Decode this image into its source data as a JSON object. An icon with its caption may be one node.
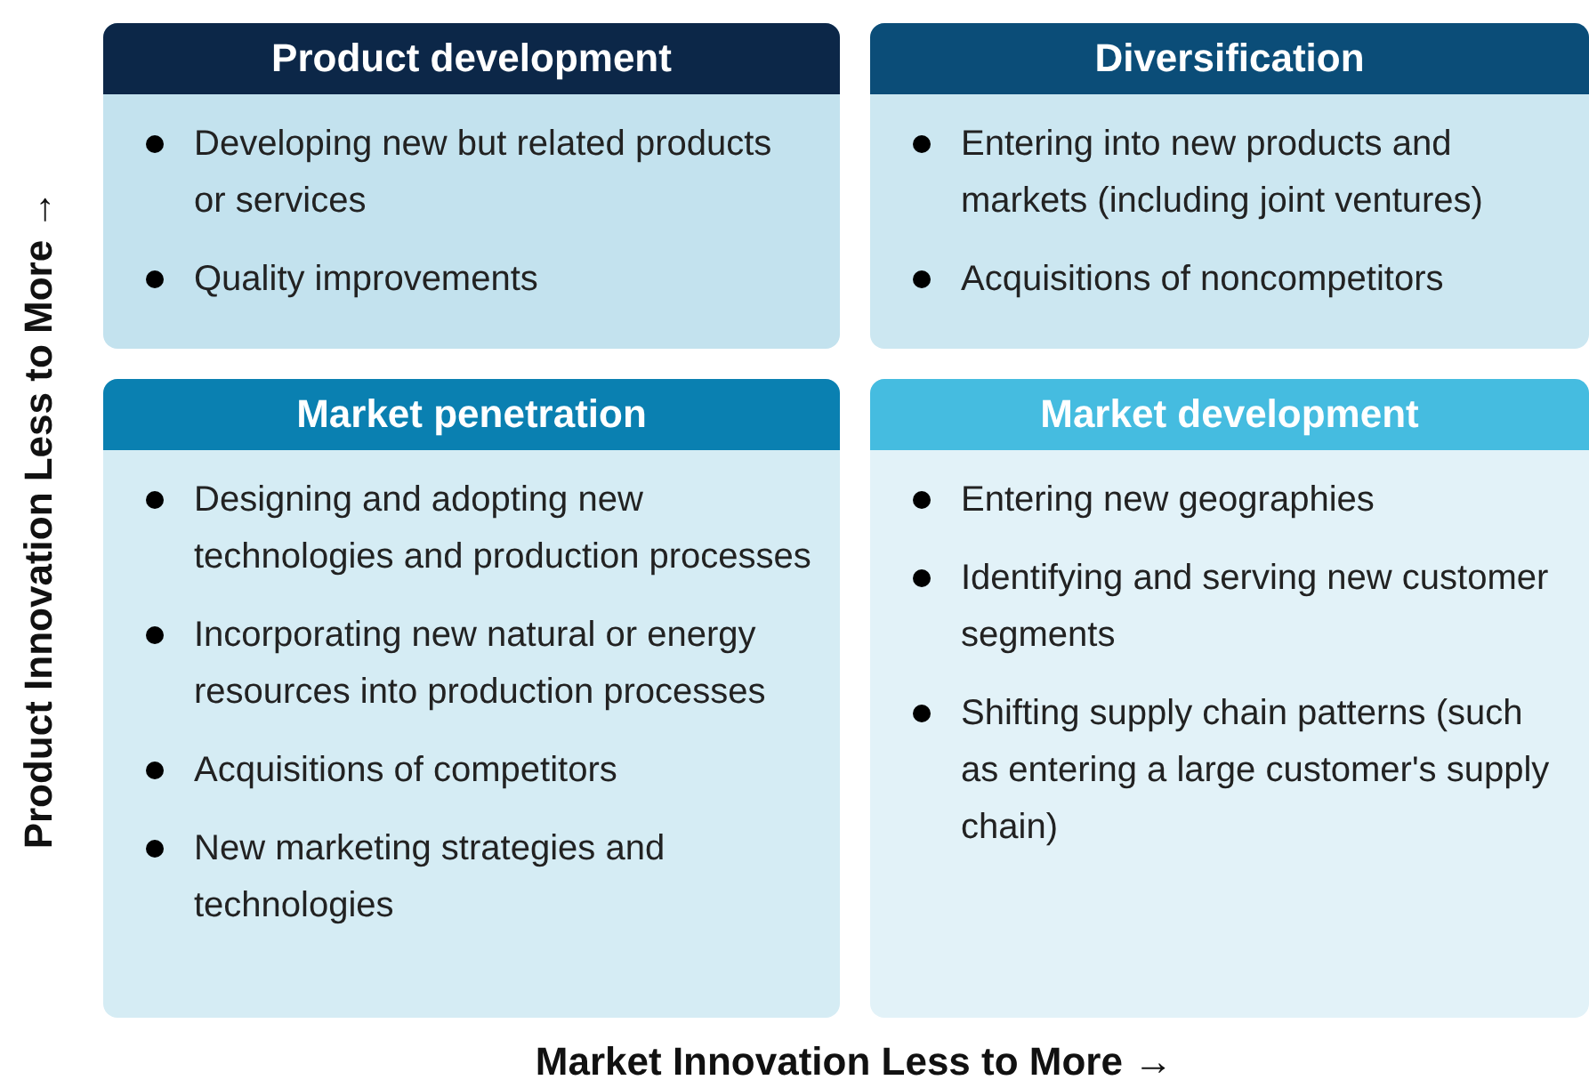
{
  "diagram": {
    "nodes": [
      {
        "text": [
          "Product development",
          "Developing new but related products or services",
          "Quality improvements"
        ]
      },
      {
        "text": [
          "Diversification",
          "Entering into new products and markets (including joint ventures)",
          "Acquisitions of noncompetitors"
        ]
      },
      {
        "text": [
          "Market penetration",
          "Designing and adopting new technologies and production processes",
          "Incorporating new natural or energy resources into production processes",
          "Acquisitions of competitors",
          "New marketing strategies and technologies"
        ]
      },
      {
        "text": [
          "Market development",
          "Entering new geographies",
          "Identifying and serving new customer segments",
          "Shifting supply chain patterns (such as entering a large customer's supply chain)"
        ]
      }
    ],
    "edges": [],
    "labels": [
      "Product Innovation Less to More →",
      "Market Innovation Less to More →"
    ]
  }
}
